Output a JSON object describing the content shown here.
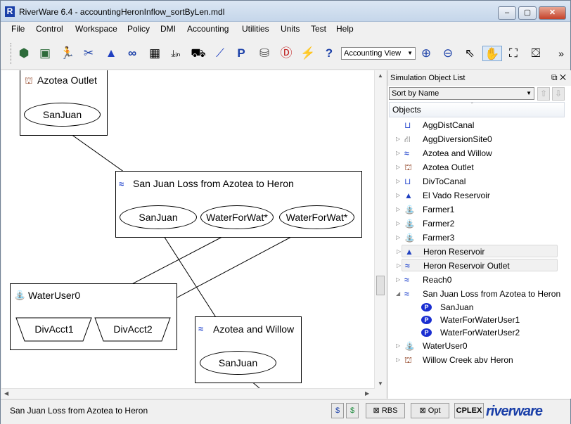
{
  "window": {
    "title": "RiverWare 6.4 - accountingHeronInflow_sortByLen.mdl",
    "logo": "R"
  },
  "menu": [
    "File",
    "Control",
    "Workspace",
    "Policy",
    "DMI",
    "Accounting",
    "Utilities",
    "Units",
    "Test",
    "Help"
  ],
  "toolbar": {
    "icons": [
      "open-model-icon",
      "save-icon",
      "run-icon",
      "run-start-icon",
      "triangle-object-icon",
      "links-icon",
      "grid-icon",
      "slot-in-icon",
      "camera-icon",
      "plot-icon",
      "policy-icon",
      "database-icon",
      "diagnostics-icon",
      "lightning-icon",
      "help-icon"
    ],
    "view_select": "Accounting View",
    "more": "»"
  },
  "workspace": {
    "nodes": {
      "azotea_outlet": {
        "title": "Azotea Outlet",
        "slot": "SanJuan"
      },
      "san_juan_loss": {
        "title": "San Juan Loss from Azotea to Heron",
        "slots": [
          "SanJuan",
          "WaterForWat*",
          "WaterForWat*"
        ]
      },
      "wateruser0": {
        "title": "WaterUser0",
        "slots": [
          "DivAcct1",
          "DivAcct2"
        ]
      },
      "azotea_willow": {
        "title": "Azotea and Willow",
        "slot": "SanJuan"
      }
    }
  },
  "panel": {
    "title": "Simulation Object List",
    "sort": "Sort by Name",
    "column": "Objects",
    "items": [
      {
        "label": "AggDistCanal",
        "icon": "canal-icon",
        "expander": ""
      },
      {
        "label": "AggDiversionSite0",
        "icon": "diversion-icon",
        "expander": "▷"
      },
      {
        "label": "Azotea and Willow",
        "icon": "reach-icon",
        "expander": "▷"
      },
      {
        "label": "Azotea Outlet",
        "icon": "outlet-icon",
        "expander": "▷"
      },
      {
        "label": "DivToCanal",
        "icon": "canal-icon",
        "expander": "▷"
      },
      {
        "label": "El Vado Reservoir",
        "icon": "reservoir-icon",
        "expander": "▷"
      },
      {
        "label": "Farmer1",
        "icon": "water-user-icon",
        "expander": "▷"
      },
      {
        "label": "Farmer2",
        "icon": "water-user-icon",
        "expander": "▷"
      },
      {
        "label": "Farmer3",
        "icon": "water-user-icon",
        "expander": "▷"
      },
      {
        "label": "Heron Reservoir",
        "icon": "reservoir-icon",
        "expander": "▷"
      },
      {
        "label": "Heron Reservoir Outlet",
        "icon": "reach-icon",
        "expander": "▷"
      },
      {
        "label": "Reach0",
        "icon": "reach-icon",
        "expander": "▷"
      },
      {
        "label": "San Juan Loss from Azotea to Heron",
        "icon": "reach-icon",
        "expander": "◢"
      }
    ],
    "subitems": [
      "SanJuan",
      "WaterForWaterUser1",
      "WaterForWaterUser2"
    ],
    "items_after": [
      {
        "label": "WaterUser0",
        "icon": "water-user-icon",
        "expander": "▷"
      },
      {
        "label": "Willow Creek abv Heron",
        "icon": "outlet-icon",
        "expander": "▷"
      }
    ]
  },
  "status": {
    "text": "San Juan Loss from Azotea to Heron",
    "rbs": "RBS",
    "opt": "Opt",
    "cplex": "CPLEX",
    "brand": "riverware"
  }
}
